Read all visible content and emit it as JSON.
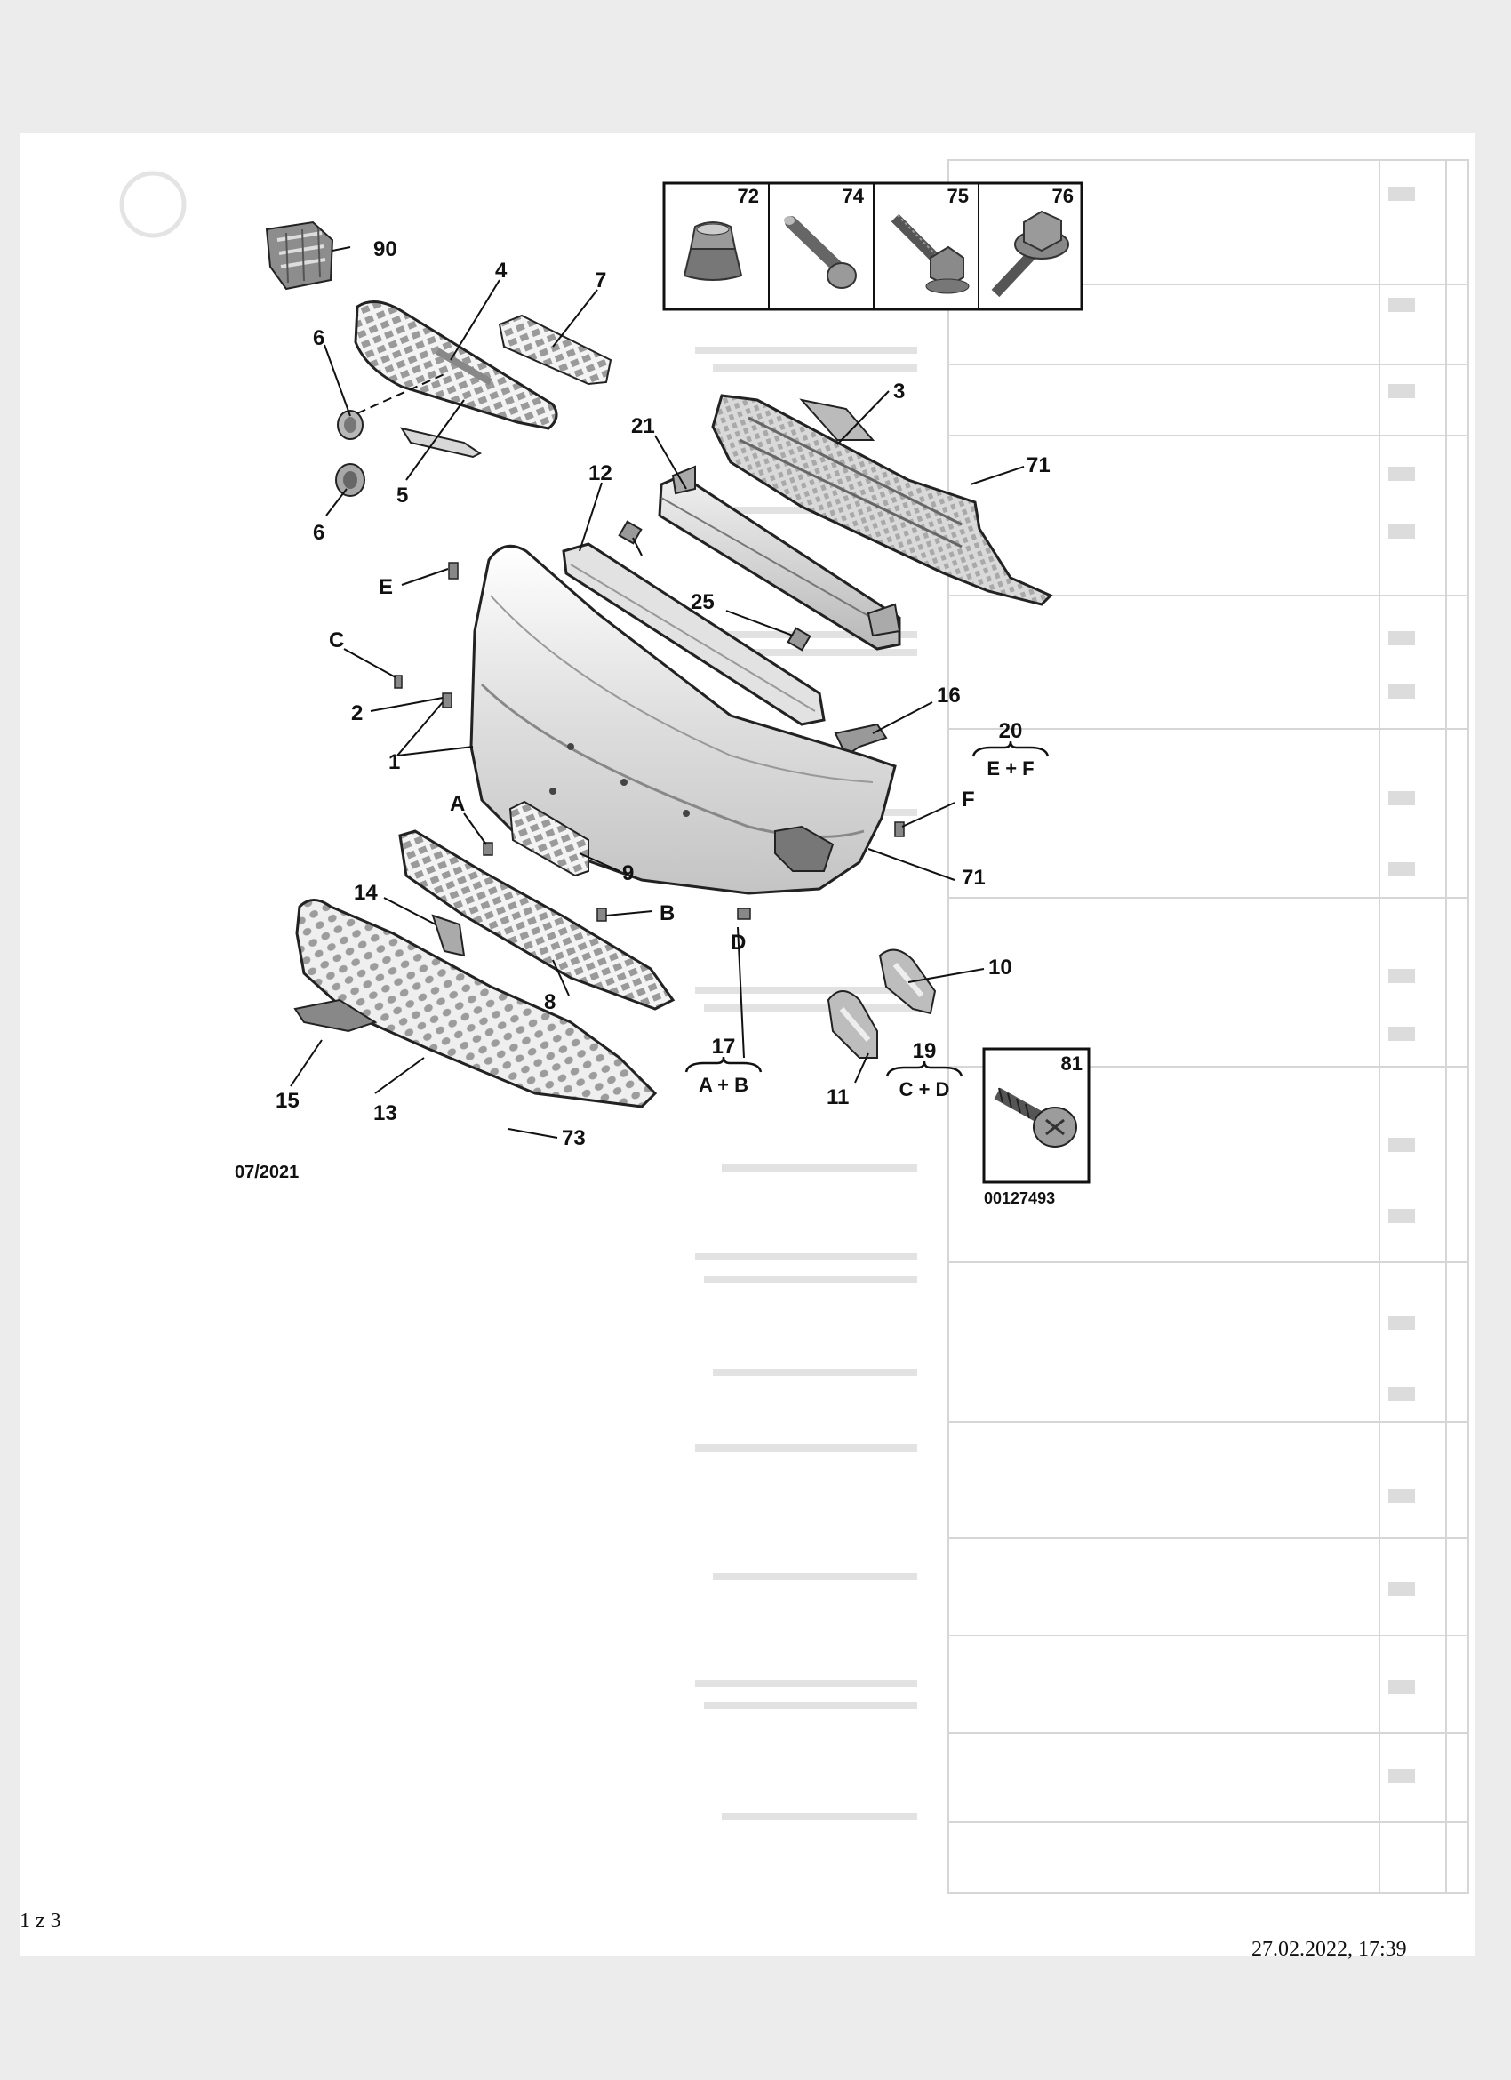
{
  "date_code": "07/2021",
  "image_ref": "00127493",
  "callouts": {
    "n1": "1",
    "n2": "2",
    "n3": "3",
    "n4": "4",
    "n5": "5",
    "n6a": "6",
    "n6b": "6",
    "n7": "7",
    "n8": "8",
    "n9": "9",
    "n10": "10",
    "n11": "11",
    "n12": "12",
    "n13": "13",
    "n14": "14",
    "n15": "15",
    "n16": "16",
    "n21": "21",
    "n25": "25",
    "n71a": "71",
    "n71b": "71",
    "n73": "73",
    "n90": "90",
    "A": "A",
    "B": "B",
    "C": "C",
    "D": "D",
    "E": "E",
    "F": "F"
  },
  "groups": [
    {
      "num": "17",
      "sub": "A + B"
    },
    {
      "num": "19",
      "sub": "C + D"
    },
    {
      "num": "20",
      "sub": "E + F"
    }
  ],
  "fastener_box": [
    {
      "num": "72",
      "icon": "clip-icon"
    },
    {
      "num": "74",
      "icon": "pin-icon"
    },
    {
      "num": "75",
      "icon": "bolt-icon"
    },
    {
      "num": "76",
      "icon": "flange-bolt-icon"
    }
  ],
  "screw_box": {
    "num": "81",
    "icon": "screw-icon"
  },
  "footer": {
    "page": "1 z 3",
    "datetime": "27.02.2022, 17:39"
  }
}
